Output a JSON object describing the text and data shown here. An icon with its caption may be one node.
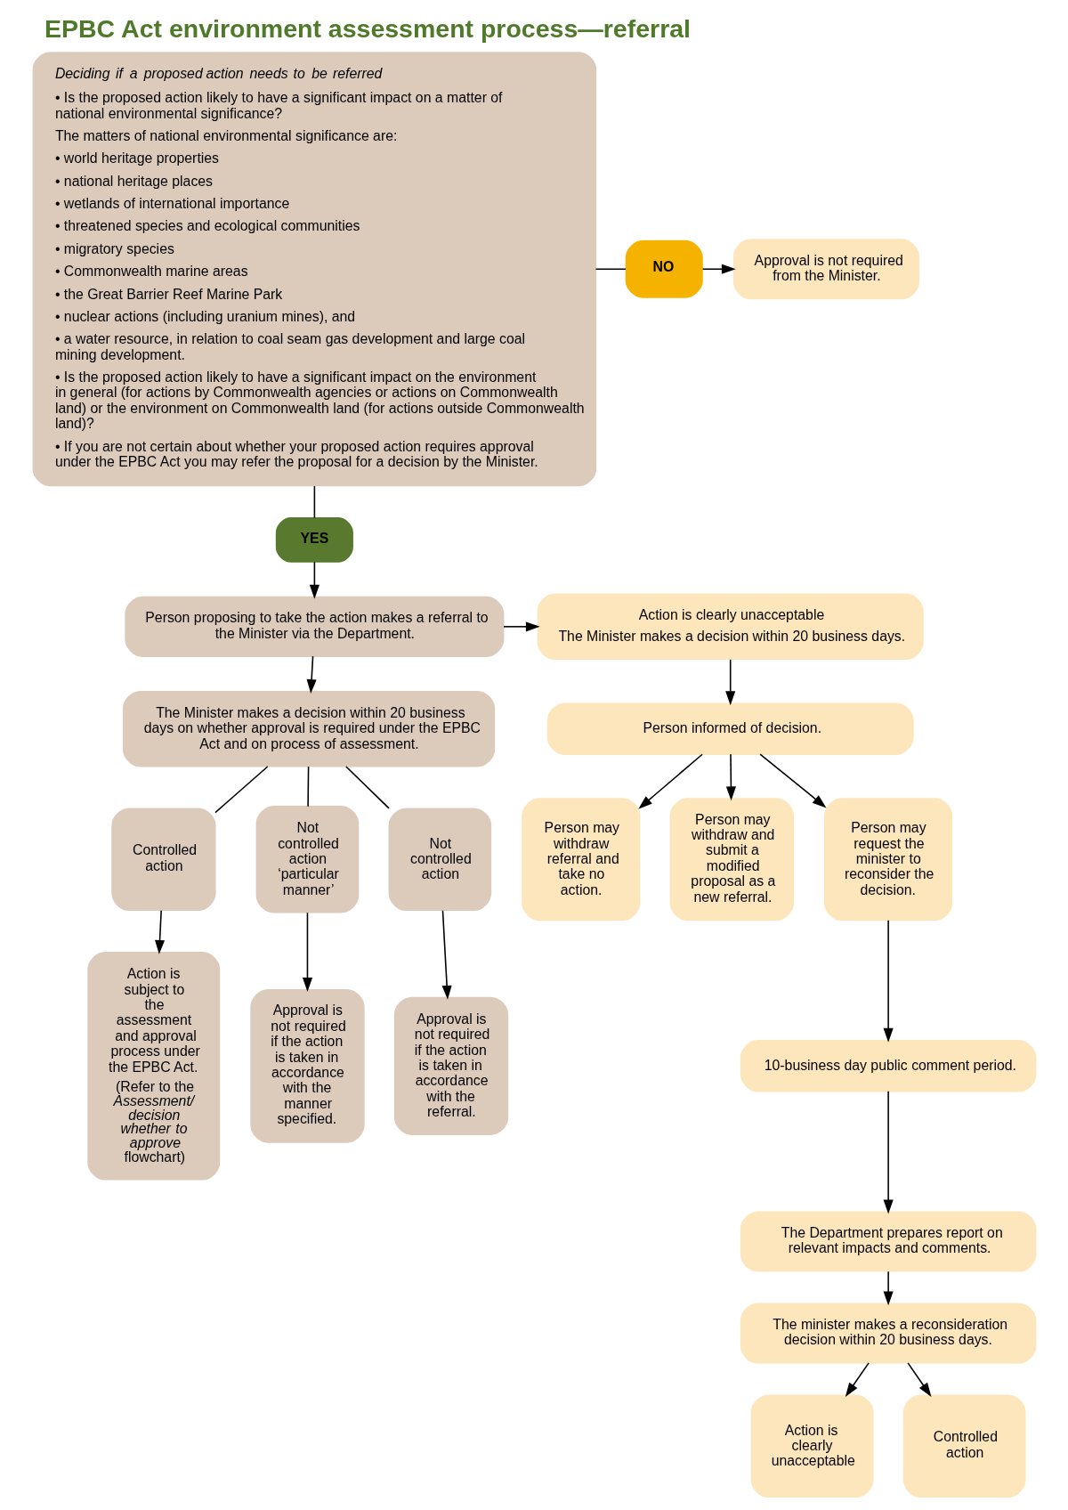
{
  "diagram": {
    "title": "EPBC Act environment assessment process—referral",
    "nodes": [
      {
        "text": [
          "Deciding if a proposed action needs to be referred",
          "• Is the proposed action likely to have a significant impact on a matter of national environmental significance?",
          "The matters of national environmental significance are:",
          "• world heritage properties",
          "• national heritage places",
          "• wetlands of international importance",
          "• threatened species and ecological communities",
          "• migratory species",
          "• Commonwealth marine areas",
          "• the Great Barrier Reef Marine Park",
          "• nuclear actions (including uranium mines), and",
          "• a water resource, in relation to coal seam gas development and large coal mining development.",
          "• Is the proposed action likely to have a significant impact on the environment in general (for actions by Commonwealth agencies or actions on Commonwealth land) or the environment on Commonwealth land (for actions outside Commonwealth land)?",
          "• If you are not certain about whether your proposed action requires approval under the EPBC Act you may refer the proposal for a decision by the Minister."
        ]
      },
      {
        "text": [
          "NO"
        ]
      },
      {
        "text": [
          "Approval is not required from the Minister."
        ]
      },
      {
        "text": [
          "YES"
        ]
      },
      {
        "text": [
          "Person proposing to take the action makes a referral to the Minister via the Department."
        ]
      },
      {
        "text": [
          "Action is clearly unacceptable",
          "The Minister makes a decision within 20 business days."
        ]
      },
      {
        "text": [
          "The Minister makes a decision within 20 business days on whether approval is required under the EPBC Act and on process of assessment."
        ]
      },
      {
        "text": [
          "Person informed of decision."
        ]
      },
      {
        "text": [
          "Controlled action"
        ]
      },
      {
        "text": [
          "Not controlled action ‘particular manner’"
        ]
      },
      {
        "text": [
          "Not controlled action"
        ]
      },
      {
        "text": [
          "Person may withdraw referral and take no action."
        ]
      },
      {
        "text": [
          "Person may withdraw and submit a modified proposal as a new referral."
        ]
      },
      {
        "text": [
          "Person may request the minister to reconsider the decision."
        ]
      },
      {
        "text": [
          "Action is subject to the assessment and approval process under the EPBC Act.",
          "(Refer to the *Assessment/ decision whether to approve* flowchart)"
        ]
      },
      {
        "text": [
          "Approval is not required if the action is taken in accordance with the manner specified."
        ]
      },
      {
        "text": [
          "Approval is not required if the action is taken in accordance with the referral."
        ]
      },
      {
        "text": [
          "10-business day public comment period."
        ]
      },
      {
        "text": [
          "The Department prepares report on relevant impacts and comments."
        ]
      },
      {
        "text": [
          "The minister makes a reconsideration decision within 20 business days."
        ]
      },
      {
        "text": [
          "Action is clearly unacceptable"
        ]
      },
      {
        "text": [
          "Controlled action"
        ]
      }
    ],
    "edges": [
      {
        "from": 0,
        "to": 1,
        "arrow": "none"
      },
      {
        "from": 1,
        "to": 2,
        "arrow": "to"
      },
      {
        "from": 0,
        "to": 3,
        "arrow": "none"
      },
      {
        "from": 3,
        "to": 4,
        "arrow": "to"
      },
      {
        "from": 4,
        "to": 5,
        "arrow": "to"
      },
      {
        "from": 4,
        "to": 6,
        "arrow": "to"
      },
      {
        "from": 5,
        "to": 7,
        "arrow": "to"
      },
      {
        "from": 6,
        "to": 8,
        "arrow": "none"
      },
      {
        "from": 6,
        "to": 9,
        "arrow": "none"
      },
      {
        "from": 6,
        "to": 10,
        "arrow": "none"
      },
      {
        "from": 8,
        "to": 14,
        "arrow": "to"
      },
      {
        "from": 9,
        "to": 15,
        "arrow": "to"
      },
      {
        "from": 10,
        "to": 16,
        "arrow": "to"
      },
      {
        "from": 7,
        "to": 11,
        "arrow": "to"
      },
      {
        "from": 7,
        "to": 12,
        "arrow": "to"
      },
      {
        "from": 7,
        "to": 13,
        "arrow": "to"
      },
      {
        "from": 13,
        "to": 17,
        "arrow": "to"
      },
      {
        "from": 17,
        "to": 18,
        "arrow": "to"
      },
      {
        "from": 18,
        "to": 19,
        "arrow": "to"
      },
      {
        "from": 19,
        "to": 20,
        "arrow": "to"
      },
      {
        "from": 19,
        "to": 21,
        "arrow": "to"
      }
    ]
  }
}
